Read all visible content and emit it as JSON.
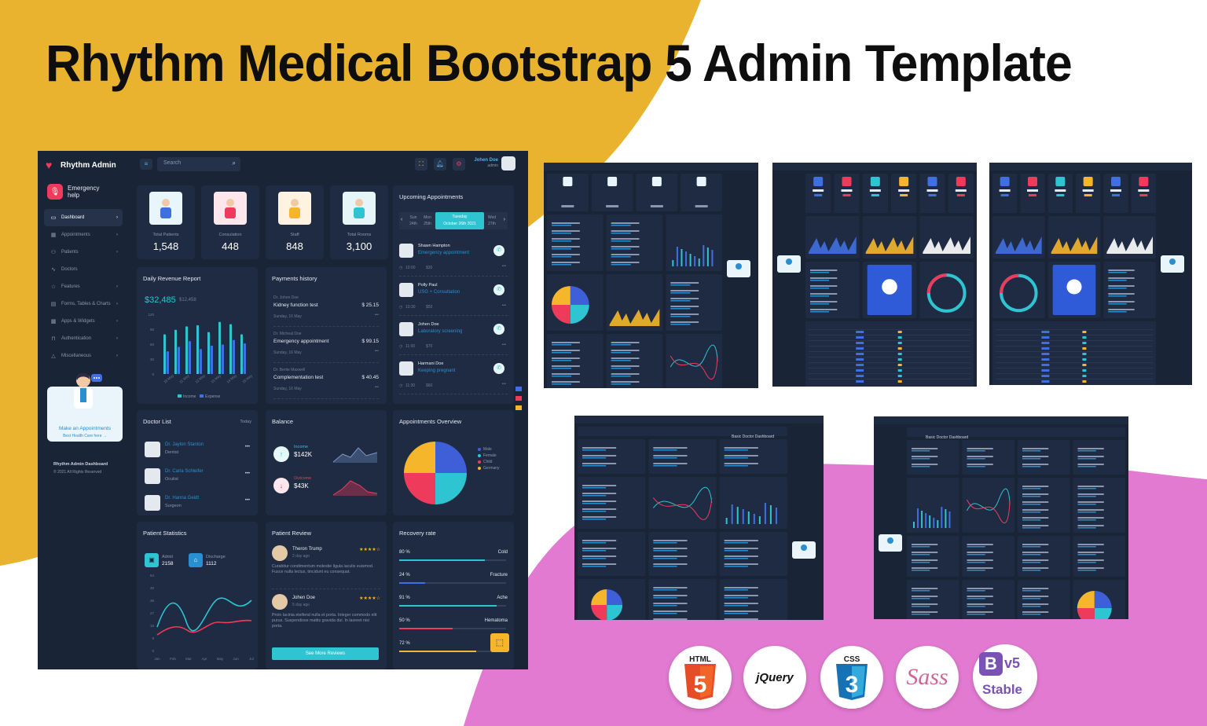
{
  "headline": "Rhythm Medical Bootstrap 5 Admin Template",
  "colors": {
    "yellow": "#e9b22f",
    "pink": "#e27ad1",
    "navy": "#1a2437",
    "card": "#1f2b42",
    "accent": "#2ec4d1",
    "red": "#ef3b5b"
  },
  "dashboard": {
    "logo": "Rhythm Admin",
    "emergency": "Emergency help",
    "search_placeholder": "Search",
    "user_name": "Johen Doe",
    "user_role": "admin",
    "nav": [
      {
        "label": "Dashboard",
        "icon": "monitor-icon",
        "active": true
      },
      {
        "label": "Appointments",
        "icon": "calendar-icon"
      },
      {
        "label": "Patients",
        "icon": "users-icon"
      },
      {
        "label": "Doctors",
        "icon": "pulse-icon"
      },
      {
        "label": "Features",
        "icon": "star-icon"
      },
      {
        "label": "Forms, Tables & Charts",
        "icon": "inbox-icon"
      },
      {
        "label": "Apps & Widgets",
        "icon": "grid-icon"
      },
      {
        "label": "Authentication",
        "icon": "lock-icon"
      },
      {
        "label": "Miscellaneous",
        "icon": "warning-icon"
      }
    ],
    "promo_title": "Make an Appointments",
    "promo_sub": "Best Health Care here →",
    "footer_title": "Rhythm Admin Dashboard",
    "footer_copy": "© 2021 All Rights Reserved",
    "stats": [
      {
        "label": "Total Patients",
        "value": "1,548"
      },
      {
        "label": "Consulation",
        "value": "448"
      },
      {
        "label": "Staff",
        "value": "848"
      },
      {
        "label": "Total Rooms",
        "value": "3,100"
      }
    ],
    "revenue": {
      "title": "Daily Revenue Report",
      "amount": "$32,485",
      "sub": "$12,458",
      "legend_income": "Income",
      "legend_expense": "Expense",
      "y_ticks": [
        "120",
        "90",
        "60",
        "30",
        "0"
      ],
      "x_ticks": [
        "10 May",
        "11 May",
        "12 May",
        "13 May",
        "14 May",
        "15 May"
      ]
    },
    "payments": {
      "title": "Payments history",
      "items": [
        {
          "doctor": "Dr. Johen Doe",
          "test": "Kidney function test",
          "amount": "$ 25.15",
          "date": "Sunday, 16 May"
        },
        {
          "doctor": "Dr. Micheal Doe",
          "test": "Emergency appointment",
          "amount": "$ 99.15",
          "date": "Sunday, 16 May"
        },
        {
          "doctor": "Dr. Bertie Maxwell",
          "test": "Complementation test",
          "amount": "$ 40.45",
          "date": "Sunday, 16 May"
        }
      ]
    },
    "appointments": {
      "title": "Upcoming Appointments",
      "days": [
        {
          "d": "Sun",
          "n": "24th"
        },
        {
          "d": "Mon",
          "n": "25th"
        },
        {
          "d": "Wed",
          "n": "27th"
        }
      ],
      "today_label": "Tuesday",
      "today_date": "October 26th 2021",
      "items": [
        {
          "name": "Shawn Hampton",
          "type": "Emergency appointment",
          "time": "10:00",
          "fee": "$30"
        },
        {
          "name": "Polly Paul",
          "type": "USG + Consultation",
          "time": "10:30",
          "fee": "$50"
        },
        {
          "name": "Johen Doe",
          "type": "Laboratory screening",
          "time": "11:00",
          "fee": "$70"
        },
        {
          "name": "Harmani Doe",
          "type": "Keeping pregnant",
          "time": "11:30",
          "fee": "$60"
        }
      ]
    },
    "doctors": {
      "title": "Doctor List",
      "filter": "Today",
      "items": [
        {
          "name": "Dr. Jaylon Stanton",
          "spec": "Dentist"
        },
        {
          "name": "Dr. Carla Schleifer",
          "spec": "Oculist"
        },
        {
          "name": "Dr. Hanna Geidt",
          "spec": "Surgeon"
        }
      ]
    },
    "balance": {
      "title": "Balance",
      "income_label": "Income",
      "income": "$142K",
      "outcome_label": "Outcome",
      "outcome": "$43K"
    },
    "overview": {
      "title": "Appointments Overview",
      "legend": [
        "Male",
        "Female",
        "Child",
        "Germany"
      ]
    },
    "patient_stats": {
      "title": "Patient Statistics",
      "admit_label": "Admit",
      "admit": "2158",
      "discharge_label": "Discharge",
      "discharge": "1112",
      "y_ticks": [
        "54",
        "45",
        "36",
        "27",
        "18",
        "9",
        "0"
      ],
      "x_ticks": [
        "Jan",
        "Feb",
        "Mar",
        "Apr",
        "May",
        "Jun",
        "Jul"
      ]
    },
    "reviews": {
      "title": "Patient Review",
      "items": [
        {
          "name": "Theron Trump",
          "when": "2 day ago",
          "text": "Curabitur condimentum molestie ligula iaculis euismod. Fusce nulla lectus, tincidunt eu consequat."
        },
        {
          "name": "Johen Doe",
          "when": "5 day ago",
          "text": "Proin lacinia eleifend nulla et porta. Integer commodo elit purus. Suspendisse mattis gravida dui. In laoreet nisi porta."
        }
      ],
      "button": "See More Reviews"
    },
    "recovery": {
      "title": "Recovery rate",
      "items": [
        {
          "pct": "80 %",
          "label": "Cold",
          "value": 0.8,
          "color": "#2ec4d1"
        },
        {
          "pct": "24 %",
          "label": "Fracture",
          "value": 0.24,
          "color": "#3f6fe0"
        },
        {
          "pct": "91 %",
          "label": "Ache",
          "value": 0.91,
          "color": "#2ec4d1"
        },
        {
          "pct": "50 %",
          "label": "Hematoma",
          "value": 0.5,
          "color": "#ef3b5b"
        },
        {
          "pct": "72 %",
          "label": "",
          "value": 0.72,
          "color": "#f5b62b"
        }
      ]
    }
  },
  "previews": {
    "p5_title": "Basic Doctor Dashboard",
    "p6_title": "Basic Doctor Dashboard"
  },
  "tech": [
    {
      "name": "HTML",
      "num": "5"
    },
    {
      "name": "jQuery"
    },
    {
      "name": "CSS",
      "num": "3"
    },
    {
      "name": "Sass"
    },
    {
      "name": "v5",
      "sub": "Stable"
    }
  ]
}
